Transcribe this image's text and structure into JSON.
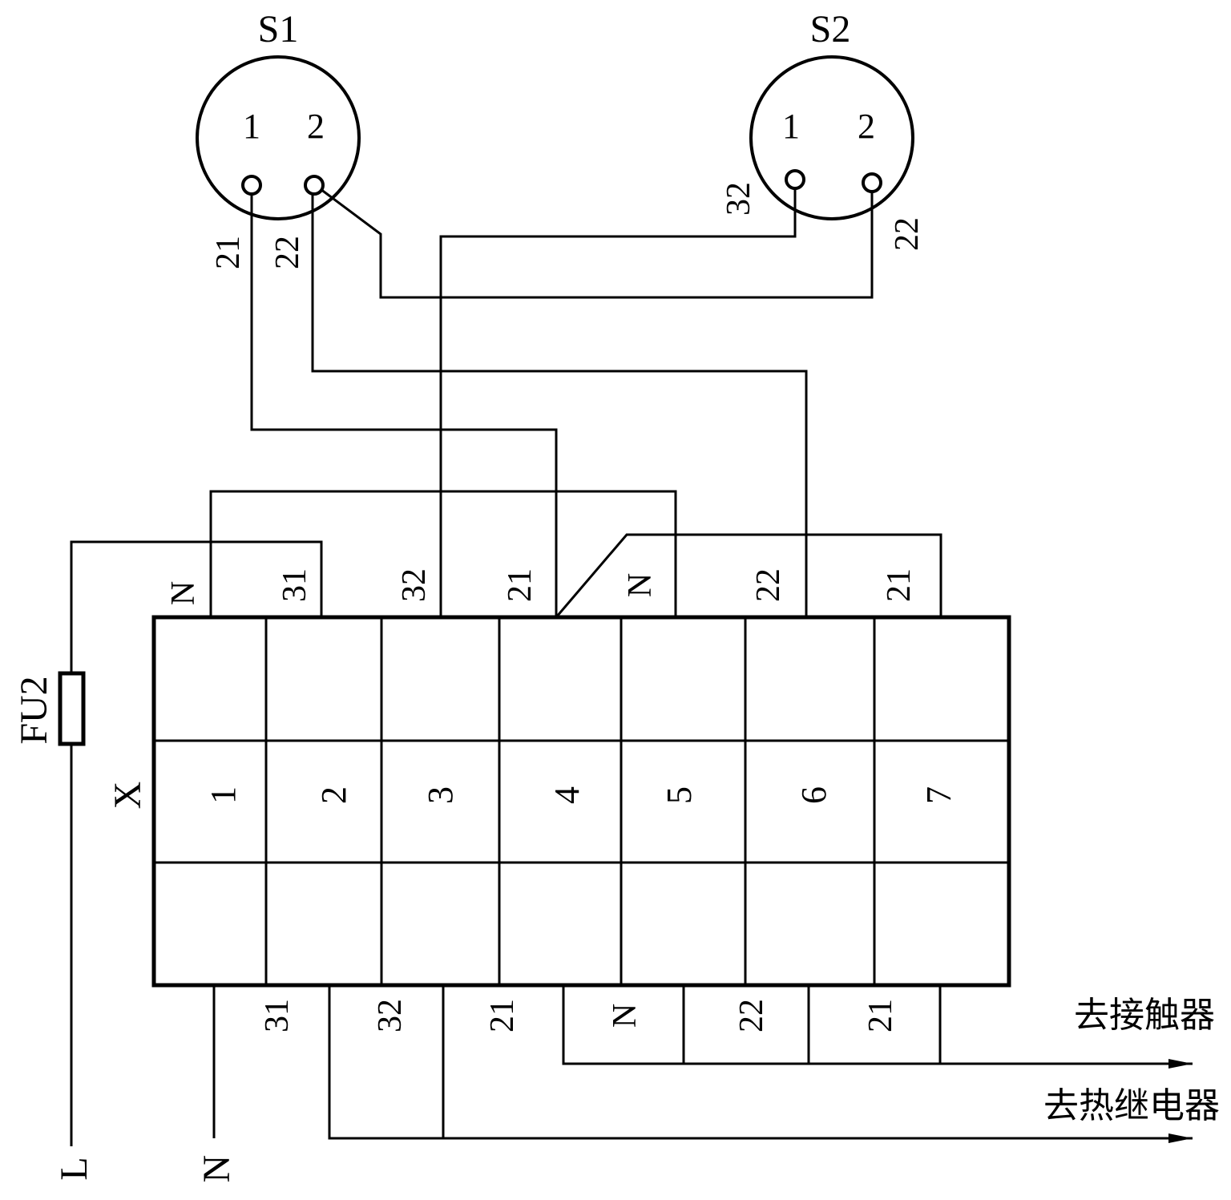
{
  "switches": {
    "s1": {
      "title": "S1",
      "pin1": "1",
      "pin2": "2",
      "wire_left": "21",
      "wire_right": "22"
    },
    "s2": {
      "title": "S2",
      "pin1": "1",
      "pin2": "2",
      "wire_left": "32",
      "wire_right": "22"
    }
  },
  "fuse": {
    "label": "FU2"
  },
  "terminal_block": {
    "label": "X",
    "numbers": [
      "1",
      "2",
      "3",
      "4",
      "5",
      "6",
      "7"
    ],
    "top_labels": [
      "N",
      "31",
      "32",
      "21",
      "N",
      "22",
      "21"
    ],
    "bottom_labels": [
      "31",
      "32",
      "21",
      "N",
      "22",
      "21"
    ]
  },
  "supply": {
    "line": "L",
    "neutral": "N"
  },
  "outputs": {
    "contactor": "去接触器",
    "thermal_relay": "去热继电器"
  }
}
